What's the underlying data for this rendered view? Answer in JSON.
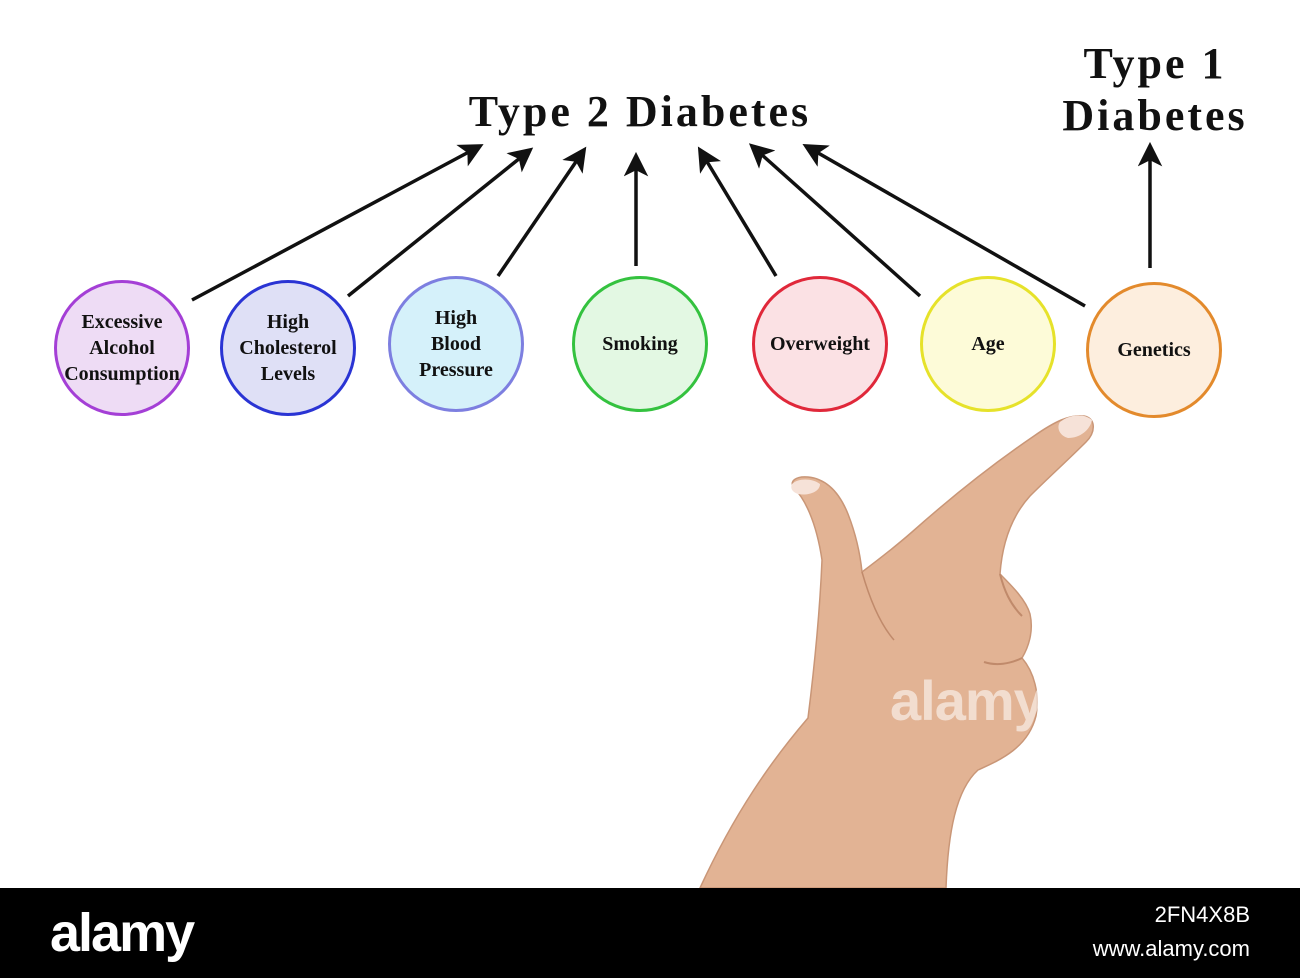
{
  "diagram": {
    "title_type2": "Type 2 Diabetes",
    "title_type1_line1": "Type 1",
    "title_type1_line2": "Diabetes",
    "nodes": [
      {
        "lines": [
          "Excessive",
          "Alcohol",
          "Consumption"
        ],
        "fill": "#eedcf5",
        "stroke": "#a43fd6"
      },
      {
        "lines": [
          "High",
          "Cholesterol",
          "Levels"
        ],
        "fill": "#dfe0f6",
        "stroke": "#2a34d4"
      },
      {
        "lines": [
          "High",
          "Blood",
          "Pressure"
        ],
        "fill": "#d5f1fa",
        "stroke": "#7d7fe0"
      },
      {
        "lines": [
          "Smoking"
        ],
        "fill": "#e3f8e3",
        "stroke": "#34c23f"
      },
      {
        "lines": [
          "Overweight"
        ],
        "fill": "#fbe1e4",
        "stroke": "#e0283a"
      },
      {
        "lines": [
          "Age"
        ],
        "fill": "#fdfbd8",
        "stroke": "#e6e22a"
      },
      {
        "lines": [
          "Genetics"
        ],
        "fill": "#fdeede",
        "stroke": "#e38a2c"
      }
    ]
  },
  "watermark": "alamy",
  "footer": {
    "logo": "alamy",
    "image_id": "2FN4X8B",
    "site": "www.alamy.com"
  }
}
